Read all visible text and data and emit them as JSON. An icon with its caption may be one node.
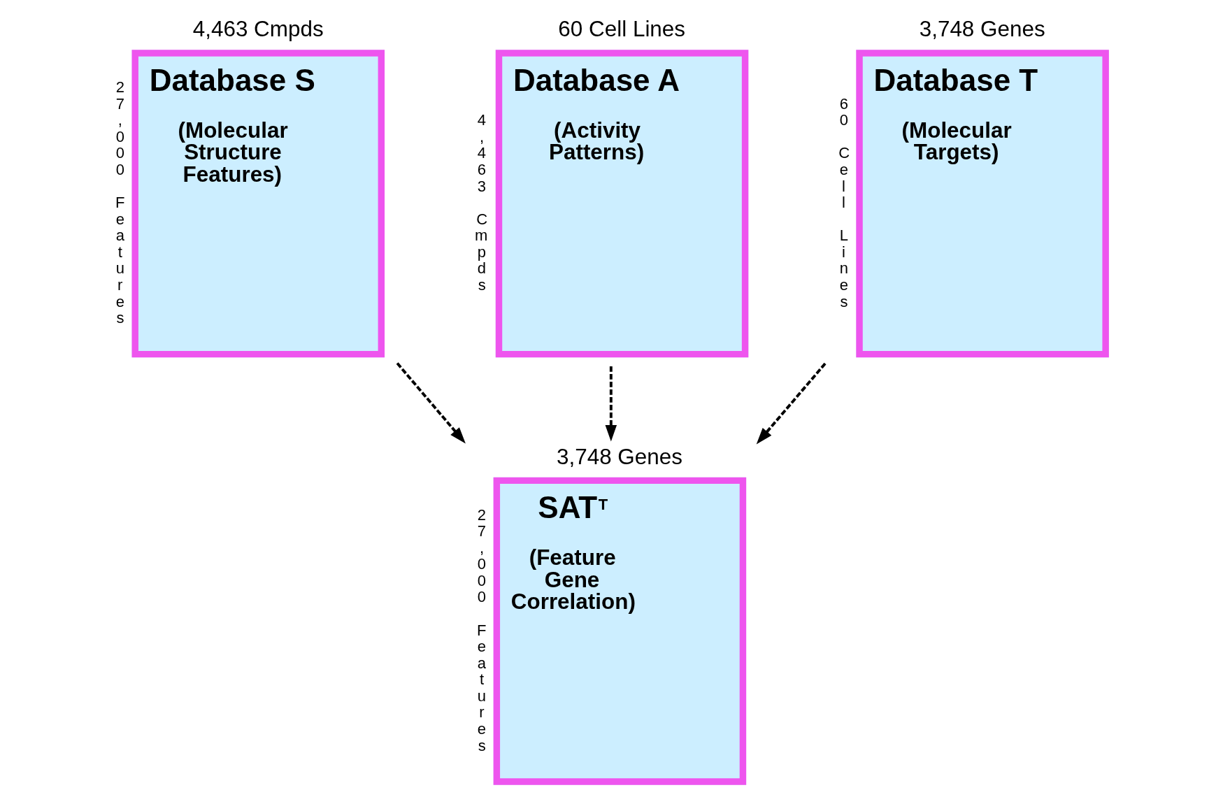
{
  "diagram": {
    "nodes": [
      {
        "text": [
          "Database S",
          "(Molecular Structure Features)"
        ],
        "beside": [
          "4,463 Cmpds",
          "27,000 Features"
        ]
      },
      {
        "text": [
          "Database A",
          "(Activity Patterns)"
        ],
        "beside": [
          "60 Cell Lines",
          "4,463 Cmpds"
        ]
      },
      {
        "text": [
          "Database T",
          "(Molecular Targets)"
        ],
        "beside": [
          "3,748 Genes",
          "60 Cell Lines"
        ]
      },
      {
        "text": [
          "SAT$^{T}$",
          "(Feature Gene Correlation)"
        ],
        "beside": [
          "3,748 Genes",
          "27,000 Features"
        ]
      }
    ],
    "edges": [
      {
        "from": 0,
        "to": 3,
        "arrow": "to",
        "style": "dashed"
      },
      {
        "from": 1,
        "to": 3,
        "arrow": "to",
        "style": "dashed"
      },
      {
        "from": 2,
        "to": 3,
        "arrow": "to",
        "style": "dashed"
      }
    ]
  }
}
